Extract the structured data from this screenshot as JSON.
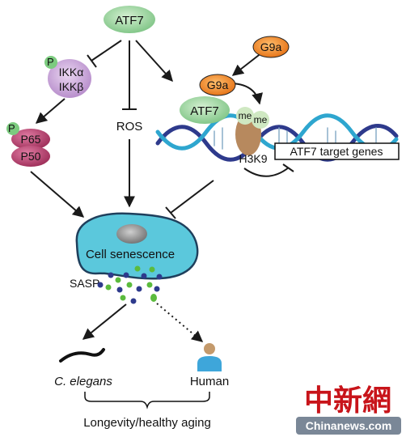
{
  "nodes": {
    "atf7_top": "ATF7",
    "p_ikk": "P",
    "ikk_alpha": "IKKα",
    "ikk_beta": "IKKβ",
    "p_p65": "P",
    "p65": "P65",
    "p50": "P50",
    "ros": "ROS",
    "g9a_top": "G9a",
    "g9a_bound": "G9a",
    "atf7_bound": "ATF7",
    "me1": "me",
    "me2": "me",
    "h3k9": "H3K9",
    "target_genes": "ATF7 target genes",
    "cell": "Cell senescence",
    "sasp": "SASP",
    "c_elegans": "C. elegans",
    "human": "Human",
    "outcome": "Longevity/healthy aging"
  },
  "watermark": {
    "chinese": "中新網",
    "english": "Chinanews.com"
  },
  "colors": {
    "atf7_green": "#9fd9a0",
    "ikk_purple": "#c6a2d6",
    "p65_maroon": "#b5406a",
    "g9a_orange": "#f0821e",
    "cell_teal": "#5bc8dc",
    "dna_navy": "#2e3a8c",
    "dna_cyan": "#2ea6cf",
    "histone_brown": "#b7895e",
    "human_skin": "#c49a6c",
    "human_blue": "#3ea6da",
    "watermark_red": "#c8141a"
  }
}
